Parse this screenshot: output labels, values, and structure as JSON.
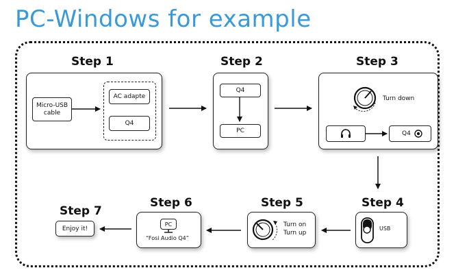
{
  "title": "PC-Windows for example",
  "steps": [
    {
      "label": "Step 1",
      "source": "Micro-USB cable",
      "options": [
        "AC adapte",
        "Q4"
      ]
    },
    {
      "label": "Step 2",
      "from": "Q4",
      "to": "PC"
    },
    {
      "label": "Step 3",
      "knob_text": "Turn down",
      "output": "Q4",
      "icons": [
        "volume-knob-icon",
        "headphones-icon",
        "headphone-jack-icon"
      ]
    },
    {
      "label": "Step 4",
      "port": "USB",
      "icons": [
        "power-switch-icon"
      ]
    },
    {
      "label": "Step 5",
      "knob_text_1": "Turn on",
      "knob_text_2": "Turn up",
      "icons": [
        "volume-knob-icon"
      ]
    },
    {
      "label": "Step 6",
      "device": "PC",
      "output_name": "“Fosi Audio Q4”"
    },
    {
      "label": "Step 7",
      "text": "Enjoy it!"
    }
  ],
  "colors": {
    "title": "#3a9ad9",
    "stroke": "#111111"
  }
}
